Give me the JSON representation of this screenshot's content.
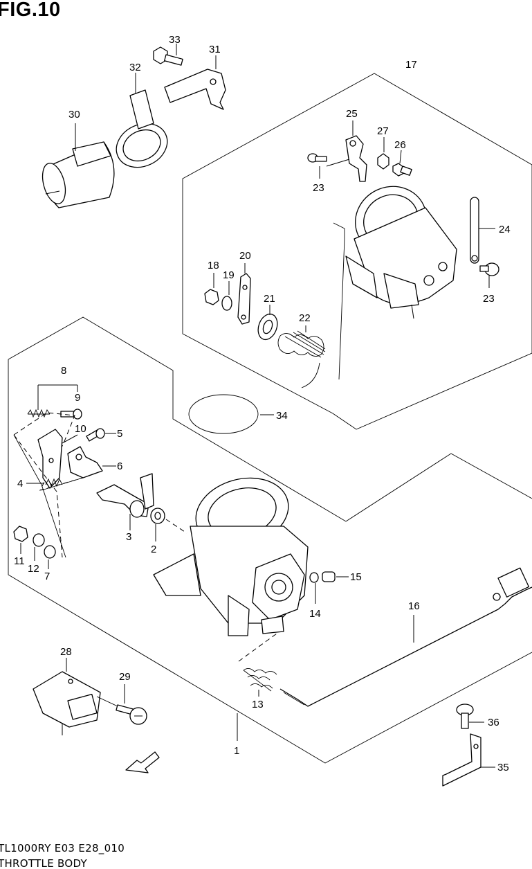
{
  "figure": {
    "title": "FIG.10",
    "code": "TL1000RY E03 E28_010",
    "name": "THROTTLE BODY",
    "fwd_label": "FWD"
  },
  "callouts": {
    "p1": "1",
    "p2": "2",
    "p3": "3",
    "p4": "4",
    "p5": "5",
    "p6": "6",
    "p7": "7",
    "p8": "8",
    "p9": "9",
    "p10": "10",
    "p11": "11",
    "p12": "12",
    "p13": "13",
    "p14": "14",
    "p15": "15",
    "p16": "16",
    "p17": "17",
    "p18": "18",
    "p19": "19",
    "p20": "20",
    "p21": "21",
    "p22": "22",
    "p23a": "23",
    "p23b": "23",
    "p24": "24",
    "p25": "25",
    "p26": "26",
    "p27": "27",
    "p28": "28",
    "p29": "29",
    "p30": "30",
    "p31": "31",
    "p32": "32",
    "p33": "33",
    "p34": "34",
    "p35": "35",
    "p36": "36"
  }
}
